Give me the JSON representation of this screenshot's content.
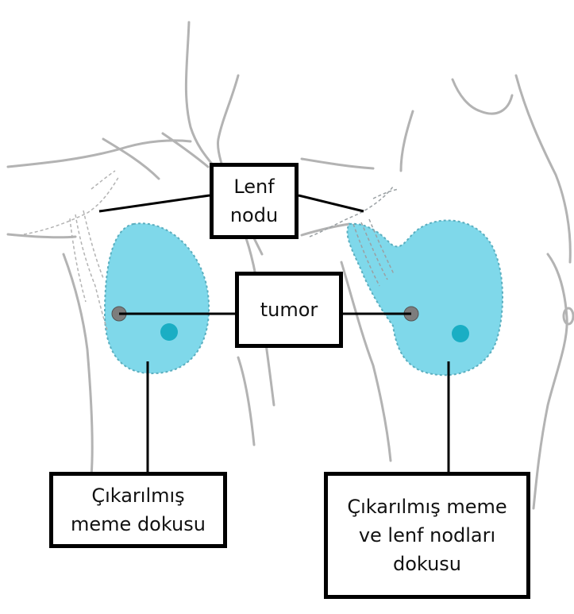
{
  "labels": {
    "lymph_node": [
      "Lenf",
      "nodu"
    ],
    "tumor": [
      "tumor"
    ],
    "left_tissue": [
      "Çıkarılmış",
      "meme dokusu"
    ],
    "right_tissue": [
      "Çıkarılmış meme",
      "ve lenf nodları",
      "dokusu"
    ]
  },
  "colors": {
    "tissue_fill": "#7fd8ea",
    "tissue_edge": "#5aaebf",
    "nipple": "#1aaec4",
    "tumor": "#7d7d7d",
    "outline": "#b3b3b3",
    "line": "#000000"
  }
}
